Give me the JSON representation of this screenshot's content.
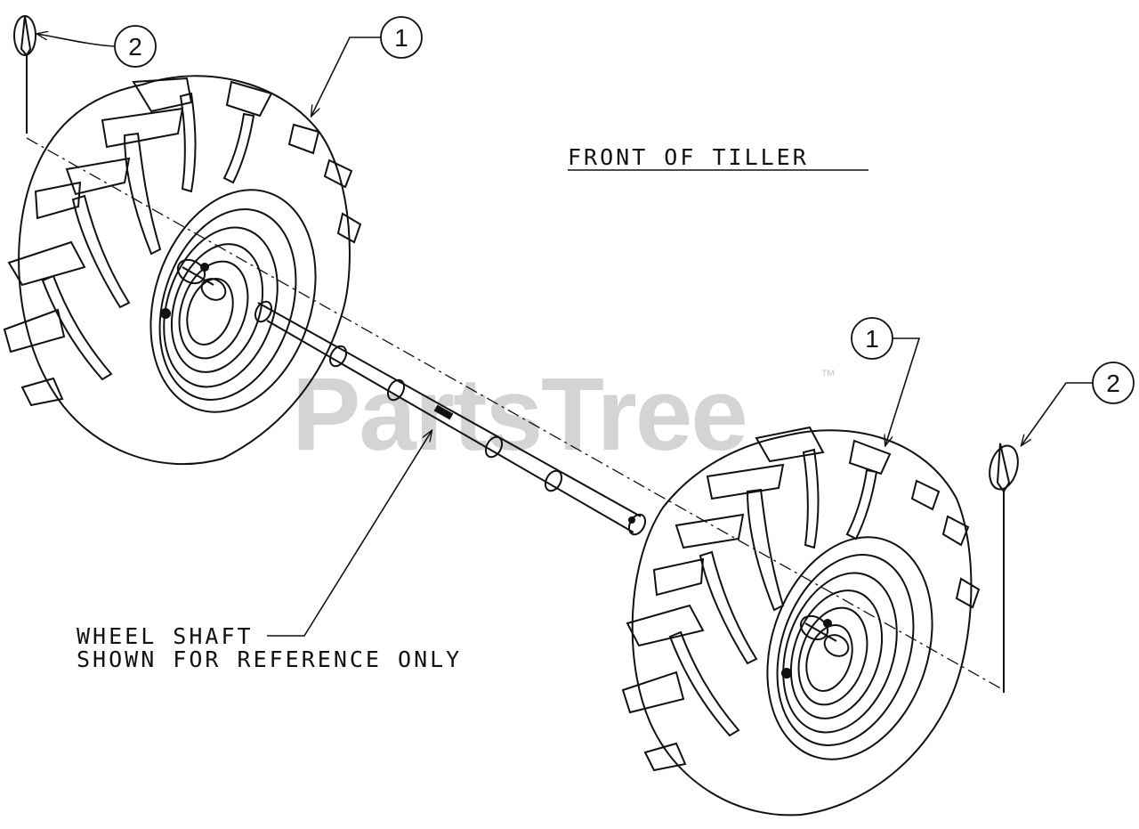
{
  "watermark": {
    "text": "PartsTree",
    "trademark": "™"
  },
  "labels": {
    "front": "FRONT OF TILLER",
    "shaft_line1": "WHEEL SHAFT",
    "shaft_line2": "SHOWN FOR REFERENCE ONLY"
  },
  "callouts": [
    {
      "id": "wheel-left",
      "number": "1",
      "part": "wheel"
    },
    {
      "id": "pin-left",
      "number": "2",
      "part": "hairpin-clip"
    },
    {
      "id": "wheel-right",
      "number": "1",
      "part": "wheel"
    },
    {
      "id": "pin-right",
      "number": "2",
      "part": "hairpin-clip"
    }
  ],
  "colors": {
    "line": "#111111",
    "watermark": "#d4d4d4",
    "background": "#ffffff"
  }
}
